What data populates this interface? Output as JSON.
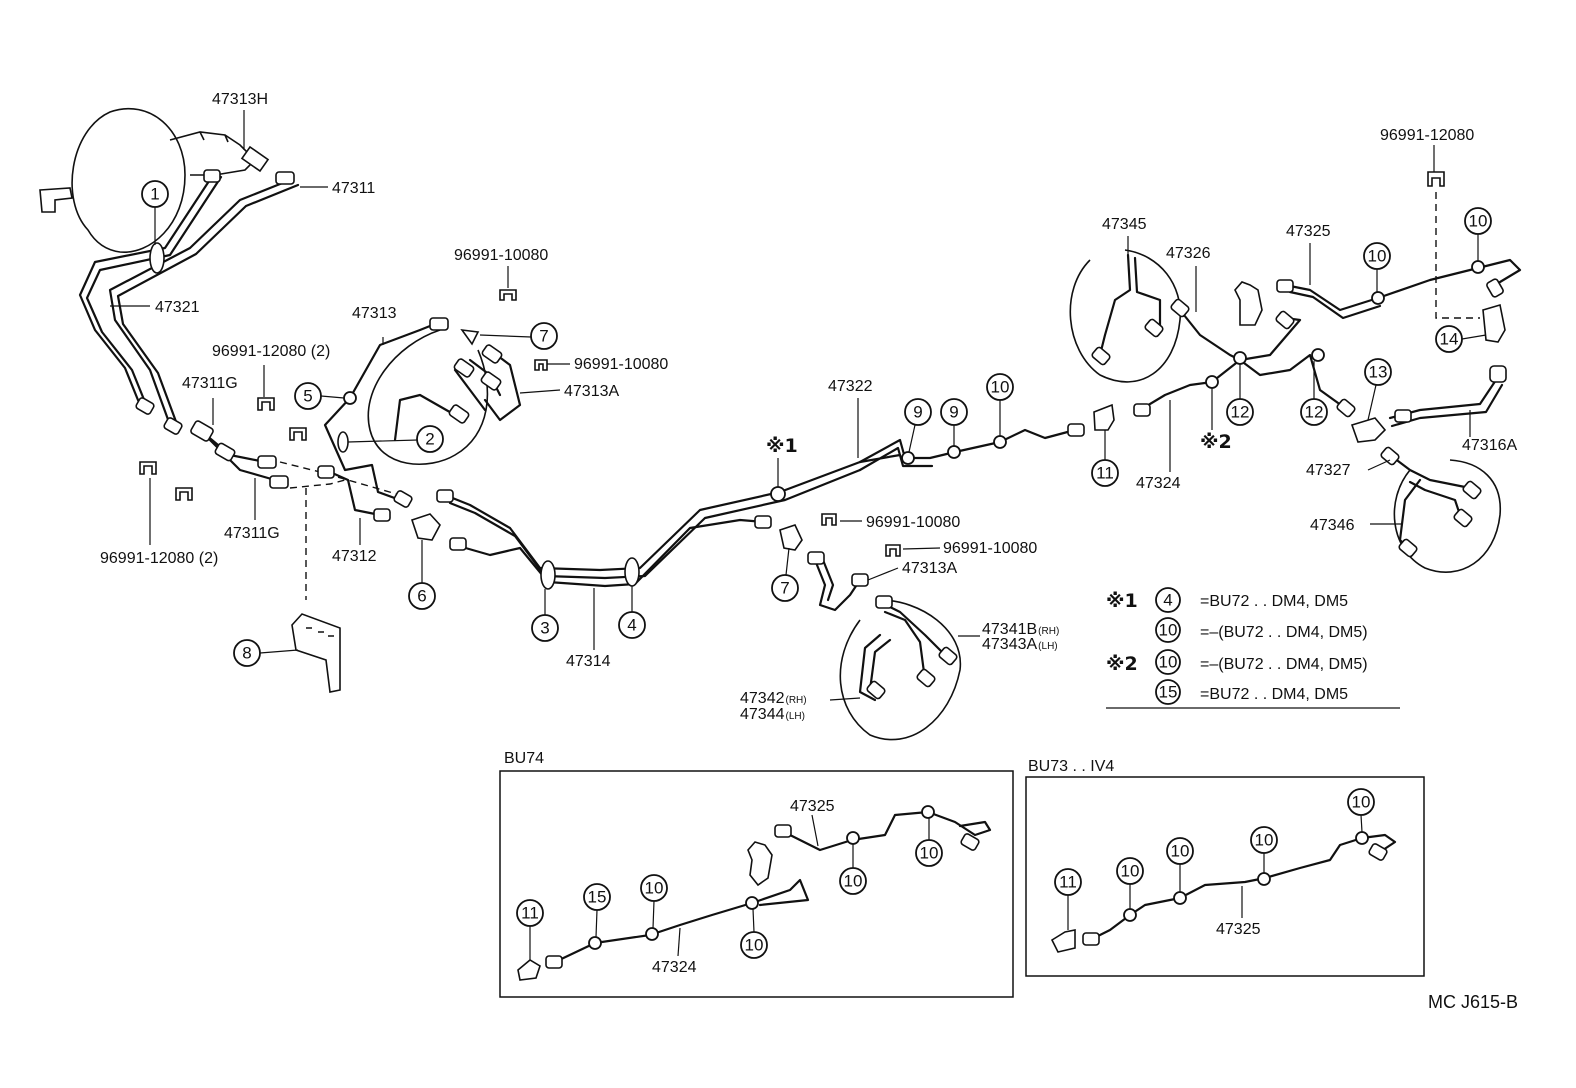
{
  "parts": {
    "p47313H": "47313H",
    "p47311": "47311",
    "p47321": "47321",
    "p96991_10080_a": "96991-10080",
    "p47313": "47313",
    "p96991_12080_2a": "96991-12080 (2)",
    "p96991_10080_b": "96991-10080",
    "p47313A_a": "47313A",
    "p47311G_a": "47311G",
    "p47311G_b": "47311G",
    "p96991_12080_2b": "96991-12080 (2)",
    "p47312": "47312",
    "p47314": "47314",
    "p47322": "47322",
    "p96991_10080_c": "96991-10080",
    "p96991_10080_d": "96991-10080",
    "p47313A_b": "47313A",
    "p47341B": "47341B",
    "p47343A": "47343A",
    "p47342": "47342",
    "p47344": "47344",
    "rh": "(RH)",
    "lh": "(LH)",
    "p47345": "47345",
    "p47326": "47326",
    "p47325": "47325",
    "p96991_12080": "96991-12080",
    "p47324": "47324",
    "p47327": "47327",
    "p47316A": "47316A",
    "p47346": "47346",
    "mark1": "※1",
    "mark2": "※2"
  },
  "callouts": {
    "c1": "1",
    "c2": "2",
    "c3": "3",
    "c4": "4",
    "c5": "5",
    "c6": "6",
    "c7": "7",
    "c8": "8",
    "c9": "9",
    "c10": "10",
    "c11": "11",
    "c12": "12",
    "c13": "13",
    "c14": "14",
    "c15": "15"
  },
  "legend": {
    "mark1": "※1",
    "mark2": "※2",
    "row1_badge": "4",
    "row1_text": "=BU72 . . DM4, DM5",
    "row2_badge": "10",
    "row2_text": "=–(BU72 . . DM4, DM5)",
    "row3_badge": "10",
    "row3_text": "=–(BU72 . . DM4, DM5)",
    "row4_badge": "15",
    "row4_text": "=BU72 . . DM4, DM5"
  },
  "inset_bu74": {
    "title": "BU74",
    "p47325": "47325",
    "p47324": "47324"
  },
  "inset_bu73": {
    "title": "BU73 . . IV4",
    "p47325": "47325"
  },
  "footer_code": "MC J615-B"
}
